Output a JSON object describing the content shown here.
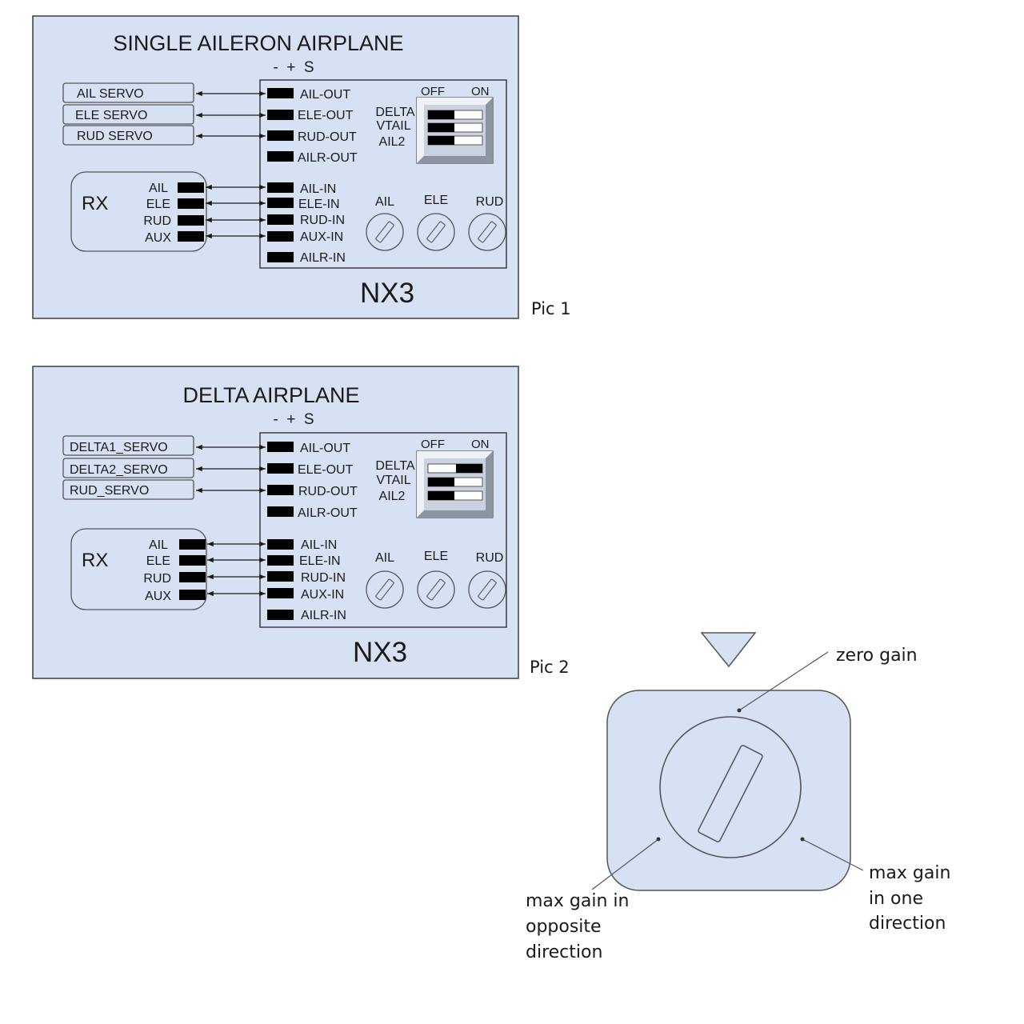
{
  "colors": {
    "panel": "#d6e2f3",
    "stroke": "#3c3c3c",
    "pin": "#000000"
  },
  "diagrams": [
    {
      "title": "SINGLE AILERON AIRPLANE",
      "pin_header": "-  +  S",
      "servos": [
        "AIL SERVO",
        "ELE SERVO",
        "RUD SERVO"
      ],
      "outputs": [
        "AIL-OUT",
        "ELE-OUT",
        "RUD-OUT",
        "AILR-OUT"
      ],
      "inputs": [
        "AIL-IN",
        "ELE-IN",
        "RUD-IN",
        "AUX-IN",
        "AILR-IN"
      ],
      "rx_label": "RX",
      "rx_channels": [
        "AIL",
        "ELE",
        "RUD",
        "AUX"
      ],
      "switch_off": "OFF",
      "switch_on": "ON",
      "switch_labels": [
        "DELTA",
        "VTAIL",
        "AIL2"
      ],
      "switch_states": [
        "off",
        "off",
        "off"
      ],
      "knobs": [
        "AIL",
        "ELE",
        "RUD"
      ],
      "device": "NX3",
      "caption": "Pic 1"
    },
    {
      "title": "DELTA AIRPLANE",
      "pin_header": "-  +  S",
      "servos": [
        "DELTA1_SERVO",
        "DELTA2_SERVO",
        "RUD_SERVO"
      ],
      "outputs": [
        "AIL-OUT",
        "ELE-OUT",
        "RUD-OUT",
        "AILR-OUT"
      ],
      "inputs": [
        "AIL-IN",
        "ELE-IN",
        "RUD-IN",
        "AUX-IN",
        "AILR-IN"
      ],
      "rx_label": "RX",
      "rx_channels": [
        "AIL",
        "ELE",
        "RUD",
        "AUX"
      ],
      "switch_off": "OFF",
      "switch_on": "ON",
      "switch_labels": [
        "DELTA",
        "VTAIL",
        "AIL2"
      ],
      "switch_states": [
        "on",
        "off",
        "off"
      ],
      "knobs": [
        "AIL",
        "ELE",
        "RUD"
      ],
      "device": "NX3",
      "caption": "Pic 2"
    }
  ],
  "gain": {
    "zero": "zero gain",
    "opposite": [
      "max gain in",
      "opposite",
      "direction"
    ],
    "one": [
      "max gain",
      "in one",
      "direction"
    ]
  }
}
